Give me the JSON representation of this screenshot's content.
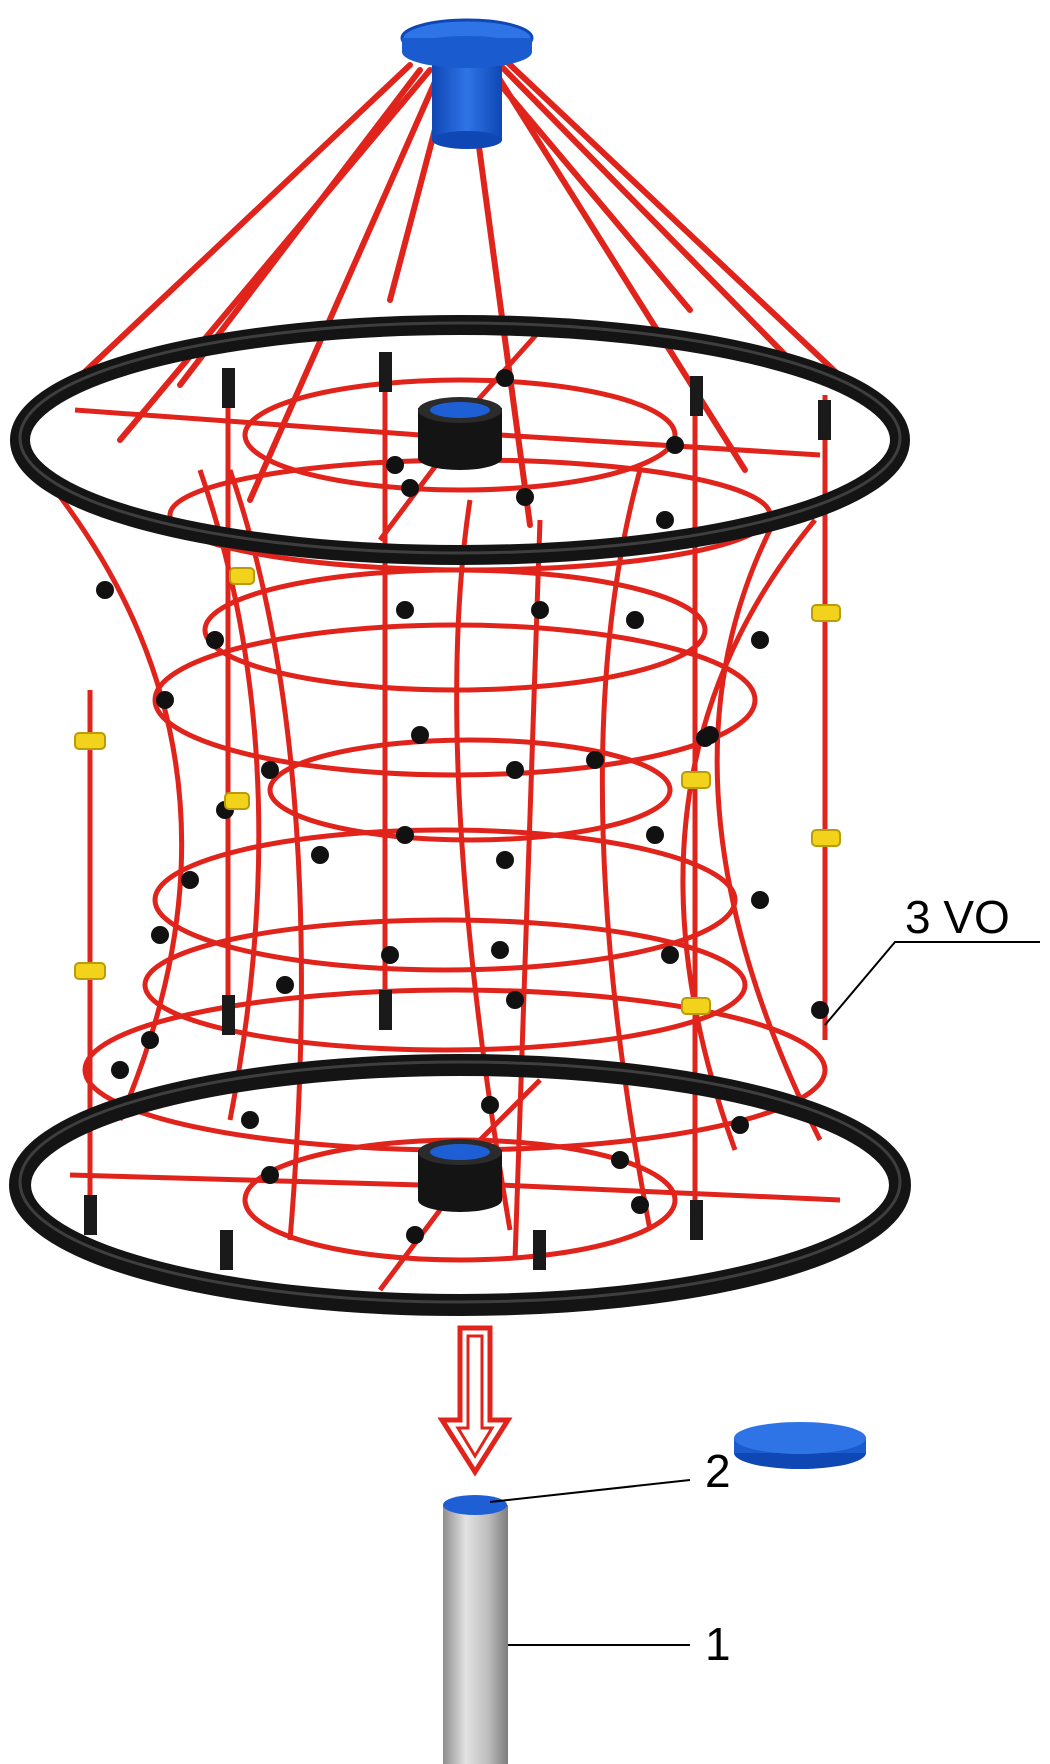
{
  "callouts": {
    "vo": "3  VO",
    "cap": "2",
    "post": "1"
  },
  "colors": {
    "rope": "#e0241c",
    "ring": "#141414",
    "knot": "#111111",
    "clamp": "#f2d21a",
    "cap": "#1f5fd6",
    "post": "#b9b9b9",
    "arrow": "#e0241c"
  }
}
